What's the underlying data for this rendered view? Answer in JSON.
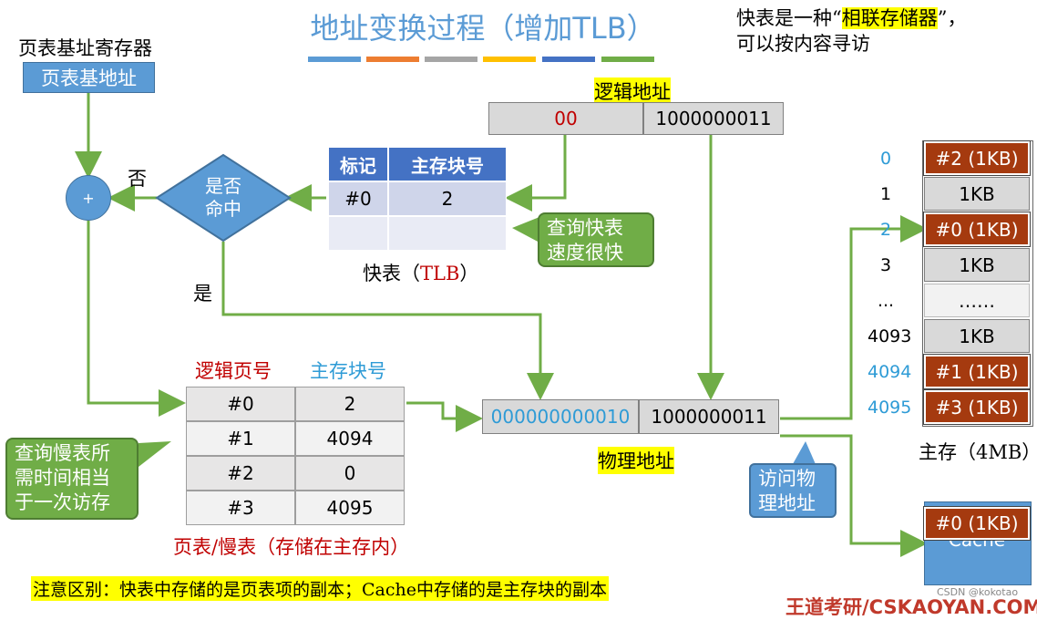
{
  "title": "地址变换过程（增加TLB）",
  "title_bar_colors": [
    "#5b9bd5",
    "#ed7d31",
    "#a5a5a5",
    "#ffc000",
    "#4472c4",
    "#70ad47"
  ],
  "note_top_right": {
    "line1_prefix": "快表是一种“",
    "line1_highlight": "相联存储器",
    "line1_suffix": "”，",
    "line2": "可以按内容寻访"
  },
  "ptr": {
    "label": "页表基址寄存器",
    "value": "页表基地址"
  },
  "adder": {
    "symbol": "+"
  },
  "decision": {
    "line1": "是否",
    "line2": "命中",
    "no_label": "否",
    "yes_label": "是"
  },
  "logical": {
    "label": "逻辑地址",
    "page": "00",
    "offset": "1000000011"
  },
  "tlb": {
    "headers": [
      "标记",
      "主存块号"
    ],
    "rows": [
      [
        "#0",
        "2"
      ],
      [
        "",
        ""
      ]
    ],
    "caption_prefix": "快表（",
    "caption_tlb": "TLB",
    "caption_suffix": "）"
  },
  "callout_tlb": {
    "line1": "查询快表",
    "line2": "速度很快"
  },
  "page_table": {
    "header_left": "逻辑页号",
    "header_right": "主存块号",
    "rows": [
      [
        "#0",
        "2"
      ],
      [
        "#1",
        "4094"
      ],
      [
        "#2",
        "0"
      ],
      [
        "#3",
        "4095"
      ]
    ],
    "caption": "页表/慢表（存储在主存内）"
  },
  "callout_slow": {
    "line1": "查询慢表所",
    "line2": "需时间相当",
    "line3": "于一次访存"
  },
  "physical": {
    "label": "物理地址",
    "block": "000000000010",
    "offset": "1000000011"
  },
  "callout_access": {
    "line1": "访问物",
    "line2": "理地址"
  },
  "memory": {
    "rows": [
      {
        "addr": "0",
        "val": "#2 (1KB)"
      },
      {
        "addr": "1",
        "val": "1KB"
      },
      {
        "addr": "2",
        "val": "#0 (1KB)"
      },
      {
        "addr": "3",
        "val": "1KB"
      },
      {
        "addr": "...",
        "val": "……"
      },
      {
        "addr": "4093",
        "val": "1KB"
      },
      {
        "addr": "4094",
        "val": "#1 (1KB)"
      },
      {
        "addr": "4095",
        "val": "#3 (1KB)"
      }
    ],
    "caption": "主存（4MB）"
  },
  "cache": {
    "label": "Cache",
    "entry": "#0 (1KB)"
  },
  "footer": "注意区别：快表中存储的是页表项的副本；Cache中存储的是主存块的副本",
  "brand": "王道考研/CSKAOYAN.COM",
  "csdn": "CSDN @kokotao"
}
